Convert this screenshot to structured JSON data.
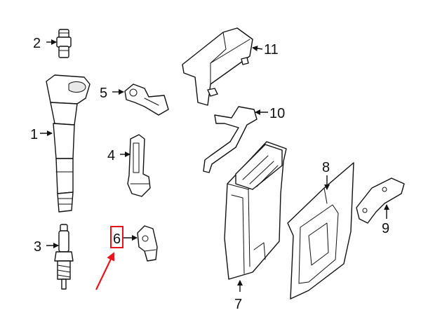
{
  "callouts": {
    "c1": "1",
    "c2": "2",
    "c3": "3",
    "c4": "4",
    "c5": "5",
    "c6": "6",
    "c7": "7",
    "c8": "8",
    "c9": "9",
    "c10": "10",
    "c11": "11"
  },
  "colors": {
    "line": "#111111",
    "highlight": "#e8141b",
    "background": "#ffffff"
  },
  "highlighted_callout": "6"
}
